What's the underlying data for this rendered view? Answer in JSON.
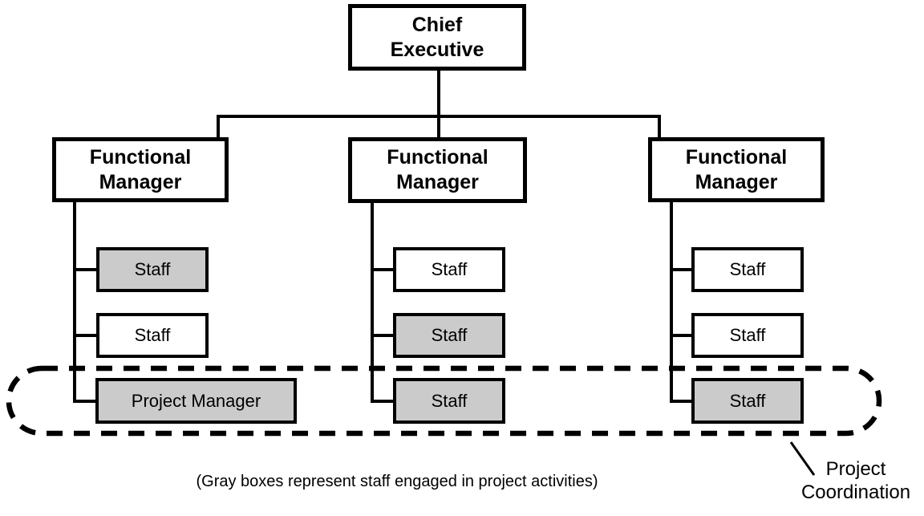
{
  "colors": {
    "line": "#000000",
    "gray_fill": "#cbcbcb",
    "white_fill": "#ffffff",
    "bg": "#ffffff"
  },
  "diagram": {
    "chief": "Chief Executive",
    "columns": [
      {
        "manager": "Functional Manager",
        "reports": [
          {
            "label": "Staff",
            "fill": "gray"
          },
          {
            "label": "Staff",
            "fill": "white"
          },
          {
            "label": "Project Manager",
            "fill": "gray"
          }
        ]
      },
      {
        "manager": "Functional Manager",
        "reports": [
          {
            "label": "Staff",
            "fill": "white"
          },
          {
            "label": "Staff",
            "fill": "gray"
          },
          {
            "label": "Staff",
            "fill": "gray"
          }
        ]
      },
      {
        "manager": "Functional Manager",
        "reports": [
          {
            "label": "Staff",
            "fill": "white"
          },
          {
            "label": "Staff",
            "fill": "white"
          },
          {
            "label": "Staff",
            "fill": "gray"
          }
        ]
      }
    ],
    "coordination_label": "Project Coordination",
    "caption": "(Gray boxes represent staff engaged in project activities)"
  }
}
